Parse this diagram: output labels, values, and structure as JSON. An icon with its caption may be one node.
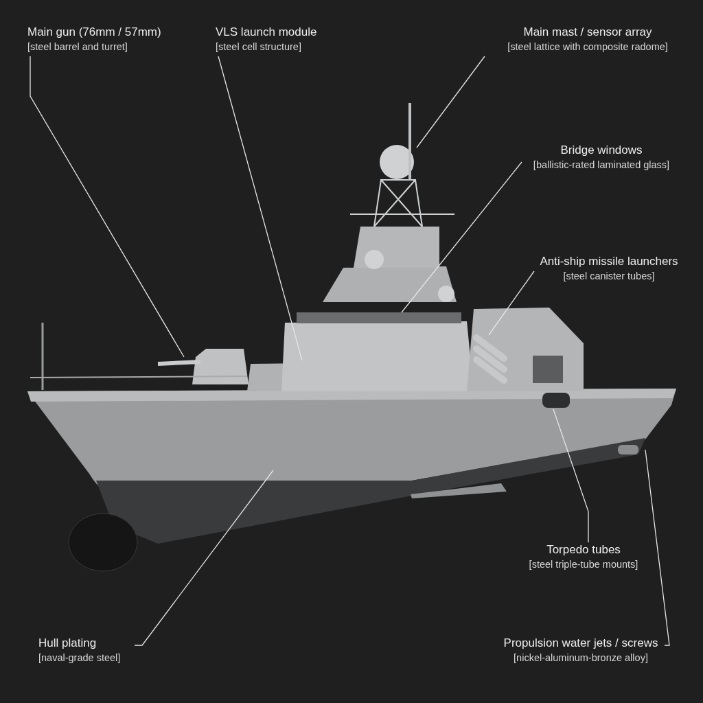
{
  "diagram": {
    "nodes": [
      {
        "text": [
          "Main gun (76mm / 57mm)",
          "[steel barrel and turret]"
        ]
      },
      {
        "text": [
          "VLS launch module",
          "[steel cell structure]"
        ]
      },
      {
        "text": [
          "Main mast / sensor array",
          "[steel lattice with composite radome]"
        ]
      },
      {
        "text": [
          "Bridge windows",
          "[ballistic-rated laminated glass]"
        ]
      },
      {
        "text": [
          "Anti-ship missile launchers",
          "[steel canister tubes]"
        ]
      },
      {
        "text": [
          "Torpedo tubes",
          "[steel triple-tube mounts]"
        ]
      },
      {
        "text": [
          "Hull plating",
          "[naval-grade steel]"
        ]
      },
      {
        "text": [
          "Propulsion water jets / screws",
          "[nickel-aluminum-bronze alloy]"
        ]
      }
    ],
    "edges": [
      {
        "from": 0,
        "to": null,
        "arrow": "none"
      },
      {
        "from": 1,
        "to": null,
        "arrow": "none"
      },
      {
        "from": 2,
        "to": null,
        "arrow": "none"
      },
      {
        "from": 3,
        "to": null,
        "arrow": "none"
      },
      {
        "from": 4,
        "to": null,
        "arrow": "none"
      },
      {
        "from": 5,
        "to": null,
        "arrow": "none"
      },
      {
        "from": 6,
        "to": null,
        "arrow": "none"
      },
      {
        "from": 7,
        "to": null,
        "arrow": "none"
      }
    ]
  }
}
